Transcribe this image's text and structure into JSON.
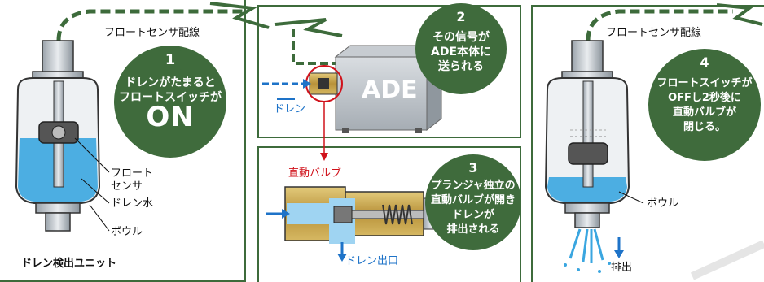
{
  "panel1": {
    "wire_label": "フロートセンサ配線",
    "callout_float": "フロート",
    "callout_sensor": "センサ",
    "callout_drain_water": "ドレン水",
    "callout_bowl": "ボウル",
    "title": "ドレン検出ユニット",
    "step_number": "1",
    "step_line1": "ドレンがたまると",
    "step_line2": "フロートスイッチが",
    "step_on": "ON"
  },
  "panel2": {
    "unit_name": "ADE",
    "inlet_label": "ドレン",
    "step_number": "2",
    "step_line1": "その信号が",
    "step_line2": "ADE本体に",
    "step_line3": "送られる"
  },
  "panel3": {
    "valve_label": "直動バルブ",
    "outlet_label": "ドレン出口",
    "step_number": "3",
    "step_line1": "プランジャ独立の",
    "step_line2": "直動バルブが開き",
    "step_line3": "ドレンが",
    "step_line4": "排出される"
  },
  "panel4": {
    "wire_label": "フロートセンサ配線",
    "callout_bowl": "ボウル",
    "discharge_label": "排出",
    "step_number": "4",
    "step_line1": "フロートスイッチが",
    "step_line2": "OFFし2秒後に",
    "step_line3": "直動バルブが",
    "step_line4": "閉じる。"
  },
  "colors": {
    "panel_border": "#3d6b3b",
    "bubble": "#3f6b3c",
    "water": "#3aa6e0",
    "signal_arrow": "#3d6b3b",
    "valve_brass": "#c9a94a",
    "accent_red": "#d0121b",
    "accent_blue": "#1e73c8"
  }
}
